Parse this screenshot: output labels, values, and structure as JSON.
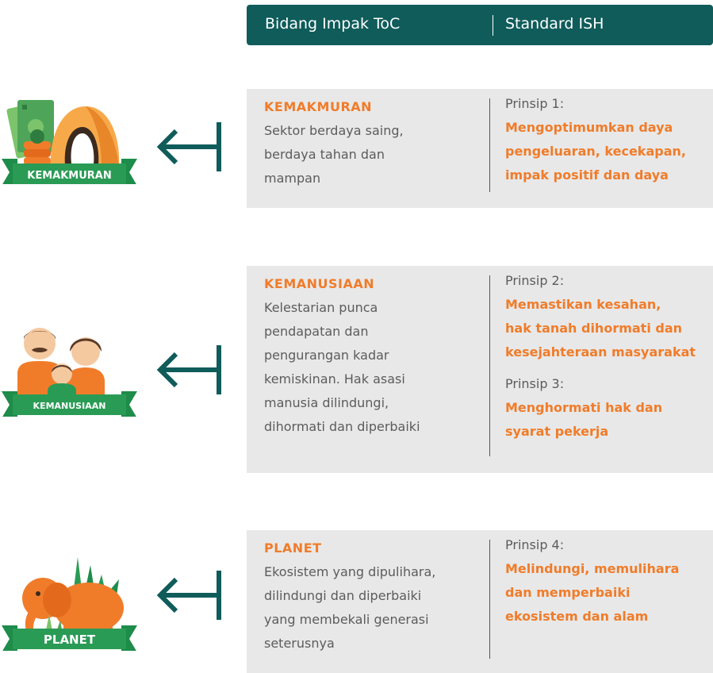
{
  "colors": {
    "teal": "#0f5c5a",
    "orange": "#f07c2a",
    "green": "#1e8c4a",
    "panel_bg": "#e8e8e8",
    "text_gray": "#5c5c5c"
  },
  "header": {
    "col1": "Bidang Impak ToC",
    "col2": "Standard ISH"
  },
  "rows": [
    {
      "icon": "money-and-palm-fruit-icon",
      "ribbon": "KEMAKMURAN",
      "category": "KEMAKMURAN",
      "description_lines": [
        "Sektor berdaya saing,",
        "berdaya tahan dan",
        "mampan"
      ],
      "principles": [
        {
          "label": "Prinsip 1:",
          "lines": [
            "Mengoptimumkan daya",
            "pengeluaran, kecekapan,",
            "impak positif dan daya"
          ]
        }
      ]
    },
    {
      "icon": "family-icon",
      "ribbon": "KEMANUSIAAN",
      "category": "KEMANUSIAAN",
      "description_lines": [
        "Kelestarian punca",
        "pendapatan dan",
        "pengurangan kadar",
        "kemiskinan. Hak asasi",
        "manusia dilindungi,",
        "dihormati dan diperbaiki"
      ],
      "principles": [
        {
          "label": "Prinsip 2:",
          "lines": [
            "Memastikan kesahan,",
            "hak tanah dihormati dan",
            "kesejahteraan masyarakat"
          ]
        },
        {
          "label": "Prinsip 3:",
          "lines": [
            "Menghormati hak dan",
            "syarat pekerja"
          ]
        }
      ]
    },
    {
      "icon": "elephant-icon",
      "ribbon": "PLANET",
      "category": "PLANET",
      "description_lines": [
        "Ekosistem yang dipulihara,",
        "dilindungi dan diperbaiki",
        "yang membekali generasi",
        "seterusnya"
      ],
      "principles": [
        {
          "label": "Prinsip 4:",
          "lines": [
            "Melindungi, memulihara",
            "dan memperbaiki",
            "ekosistem dan alam"
          ]
        }
      ]
    }
  ]
}
